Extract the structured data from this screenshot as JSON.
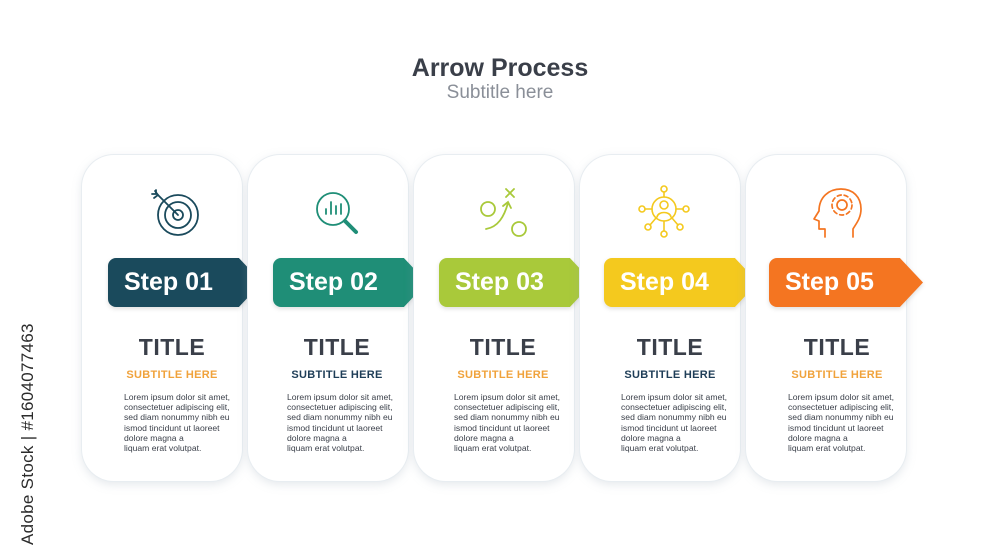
{
  "header": {
    "title": "Arrow Process",
    "subtitle": "Subtitle here"
  },
  "watermark": "Adobe Stock | #1604077463",
  "colors": {
    "step1": "#1a4a5c",
    "step2": "#1f8e77",
    "step3": "#a9c93a",
    "step4": "#f4c91e",
    "step5": "#f47521",
    "subtitle_orange": "#f0a23b",
    "subtitle_navy": "#1e3d57"
  },
  "steps": [
    {
      "label": "Step 01",
      "icon": "target-icon",
      "title": "TITLE",
      "subtitle": "SUBTITLE HERE",
      "body": "Lorem ipsum dolor sit amet,\nconsectetuer adipiscing elit,\nsed diam nonummy nibh eu\nismod tincidunt ut laoreet\ndolore magna a\nliquam erat volutpat."
    },
    {
      "label": "Step 02",
      "icon": "chart-magnifier-icon",
      "title": "TITLE",
      "subtitle": "SUBTITLE HERE",
      "body": "Lorem ipsum dolor sit amet,\nconsectetuer adipiscing elit,\nsed diam nonummy nibh eu\nismod tincidunt ut laoreet\ndolore magna a\nliquam erat volutpat."
    },
    {
      "label": "Step 03",
      "icon": "strategy-icon",
      "title": "TITLE",
      "subtitle": "SUBTITLE HERE",
      "body": "Lorem ipsum dolor sit amet,\nconsectetuer adipiscing elit,\nsed diam nonummy nibh eu\nismod tincidunt ut laoreet\ndolore magna a\nliquam erat volutpat."
    },
    {
      "label": "Step 04",
      "icon": "network-user-icon",
      "title": "TITLE",
      "subtitle": "SUBTITLE HERE",
      "body": "Lorem ipsum dolor sit amet,\nconsectetuer adipiscing elit,\nsed diam nonummy nibh eu\nismod tincidunt ut laoreet\ndolore magna a\nliquam erat volutpat."
    },
    {
      "label": "Step 05",
      "icon": "head-gear-icon",
      "title": "TITLE",
      "subtitle": "SUBTITLE HERE",
      "body": "Lorem ipsum dolor sit amet,\nconsectetuer adipiscing elit,\nsed diam nonummy nibh eu\nismod tincidunt ut laoreet\ndolore magna a\nliquam erat volutpat."
    }
  ]
}
